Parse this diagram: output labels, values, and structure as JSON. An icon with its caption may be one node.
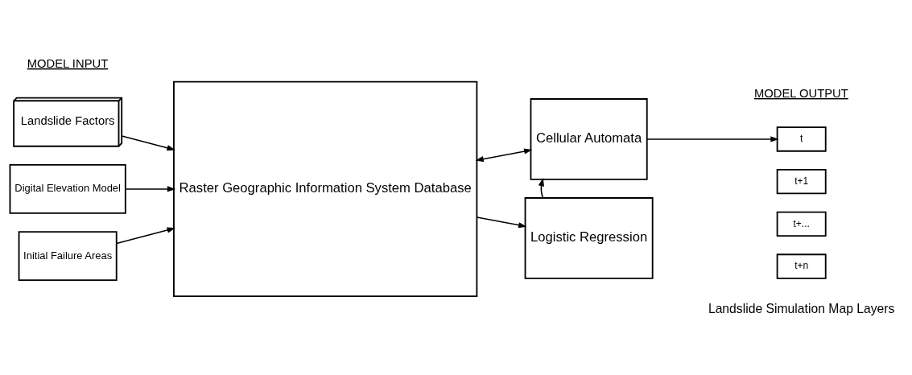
{
  "diagram": {
    "nodes": [
      {
        "text": [
          "Landslide Factors"
        ]
      },
      {
        "text": [
          "Digital Elevation Model"
        ]
      },
      {
        "text": [
          "Initial Failure Areas"
        ]
      },
      {
        "text": [
          "Raster Geographic Information System Database"
        ]
      },
      {
        "text": [
          "Cellular Automata"
        ]
      },
      {
        "text": [
          "Logistic Regression"
        ]
      },
      {
        "text": [
          "t"
        ]
      },
      {
        "text": [
          "t+1"
        ]
      },
      {
        "text": [
          "t+..."
        ]
      },
      {
        "text": [
          "t+n"
        ]
      }
    ],
    "edges": [
      {
        "from": 0,
        "to": 3,
        "arrow": "to"
      },
      {
        "from": 1,
        "to": 3,
        "arrow": "to"
      },
      {
        "from": 2,
        "to": 3,
        "arrow": "to"
      },
      {
        "from": 3,
        "to": 4,
        "arrow": "both"
      },
      {
        "from": 3,
        "to": 5,
        "arrow": "to"
      },
      {
        "from": 5,
        "to": 4,
        "arrow": "to"
      },
      {
        "from": 4,
        "to": 6,
        "arrow": "to"
      }
    ],
    "labels": [
      "MODEL INPUT",
      "MODEL OUTPUT",
      "Landslide Simulation Map Layers"
    ]
  }
}
